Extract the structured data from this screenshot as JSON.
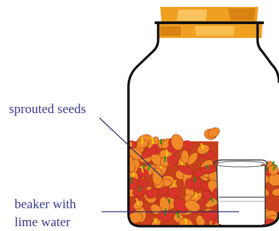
{
  "labels": {
    "sprouted_seeds": "sprouted  seeds",
    "beaker_line1": "beaker with",
    "beaker_line2": "lime water"
  },
  "colors": {
    "label_text": "#3a3a8c",
    "cork": "#f0a020",
    "cork_dark": "#d27a10",
    "jar_outline": "#111111",
    "seed_base": "#f08a28",
    "seed_red": "#d8342a",
    "seed_yellow": "#f4d010",
    "seed_green": "#2e8a1e"
  }
}
